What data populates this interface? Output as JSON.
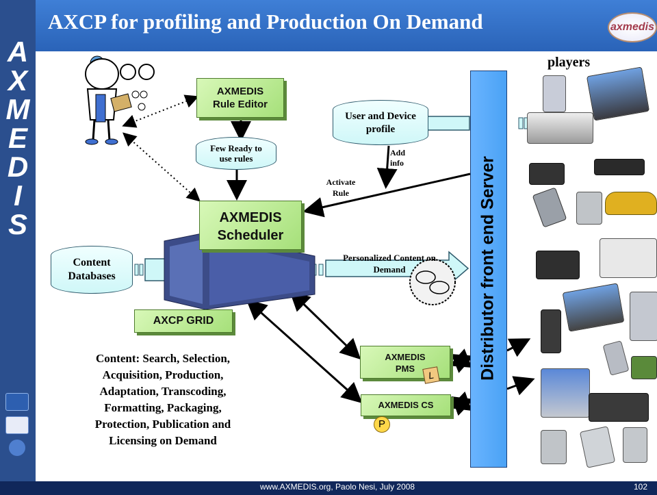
{
  "slide": {
    "title": "AXCP for profiling and Production On Demand",
    "logo_text": "axmedis",
    "vertical_letters": [
      "A",
      "X",
      "M",
      "E",
      "D",
      "I",
      "S"
    ],
    "footer": "www.AXMEDIS.org, Paolo Nesi, July 2008",
    "page_number": "102"
  },
  "diagram": {
    "rule_editor": {
      "line1": "AXMEDIS",
      "line2": "Rule Editor"
    },
    "ready_rules": {
      "line1": "Few Ready to",
      "line2": "use rules"
    },
    "user_profile": {
      "line1": "User and Device",
      "line2": "profile"
    },
    "add_info": {
      "line1": "Add",
      "line2": "info"
    },
    "activate_rule": {
      "line1": "Activate",
      "line2": "Rule"
    },
    "scheduler": {
      "line1": "AXMEDIS",
      "line2": "Scheduler"
    },
    "content_db": {
      "line1": "Content",
      "line2": "Databases"
    },
    "personalized": {
      "line1": "Personalized Content on",
      "line2": "Demand"
    },
    "axcp_grid": "AXCP GRID",
    "pms": {
      "line1": "AXMEDIS",
      "line2": "PMS"
    },
    "pms_tag": "L",
    "cs": "AXMEDIS CS",
    "cs_tag": "P",
    "distributor": "Distributor front end Server",
    "players": "players",
    "description": [
      "Content: Search, Selection,",
      "Acquisition, Production,",
      "Adaptation, Transcoding,",
      "Formatting, Packaging,",
      "Protection, Publication and",
      "Licensing on Demand"
    ]
  },
  "colors": {
    "title_bar": "#3f7fd6",
    "left_bar": "#2b4f8e",
    "footer_bar": "#10275a",
    "green_box": "#a6e07a",
    "cylinder": "#cff7f8",
    "distributor": "#4aa2f5"
  }
}
